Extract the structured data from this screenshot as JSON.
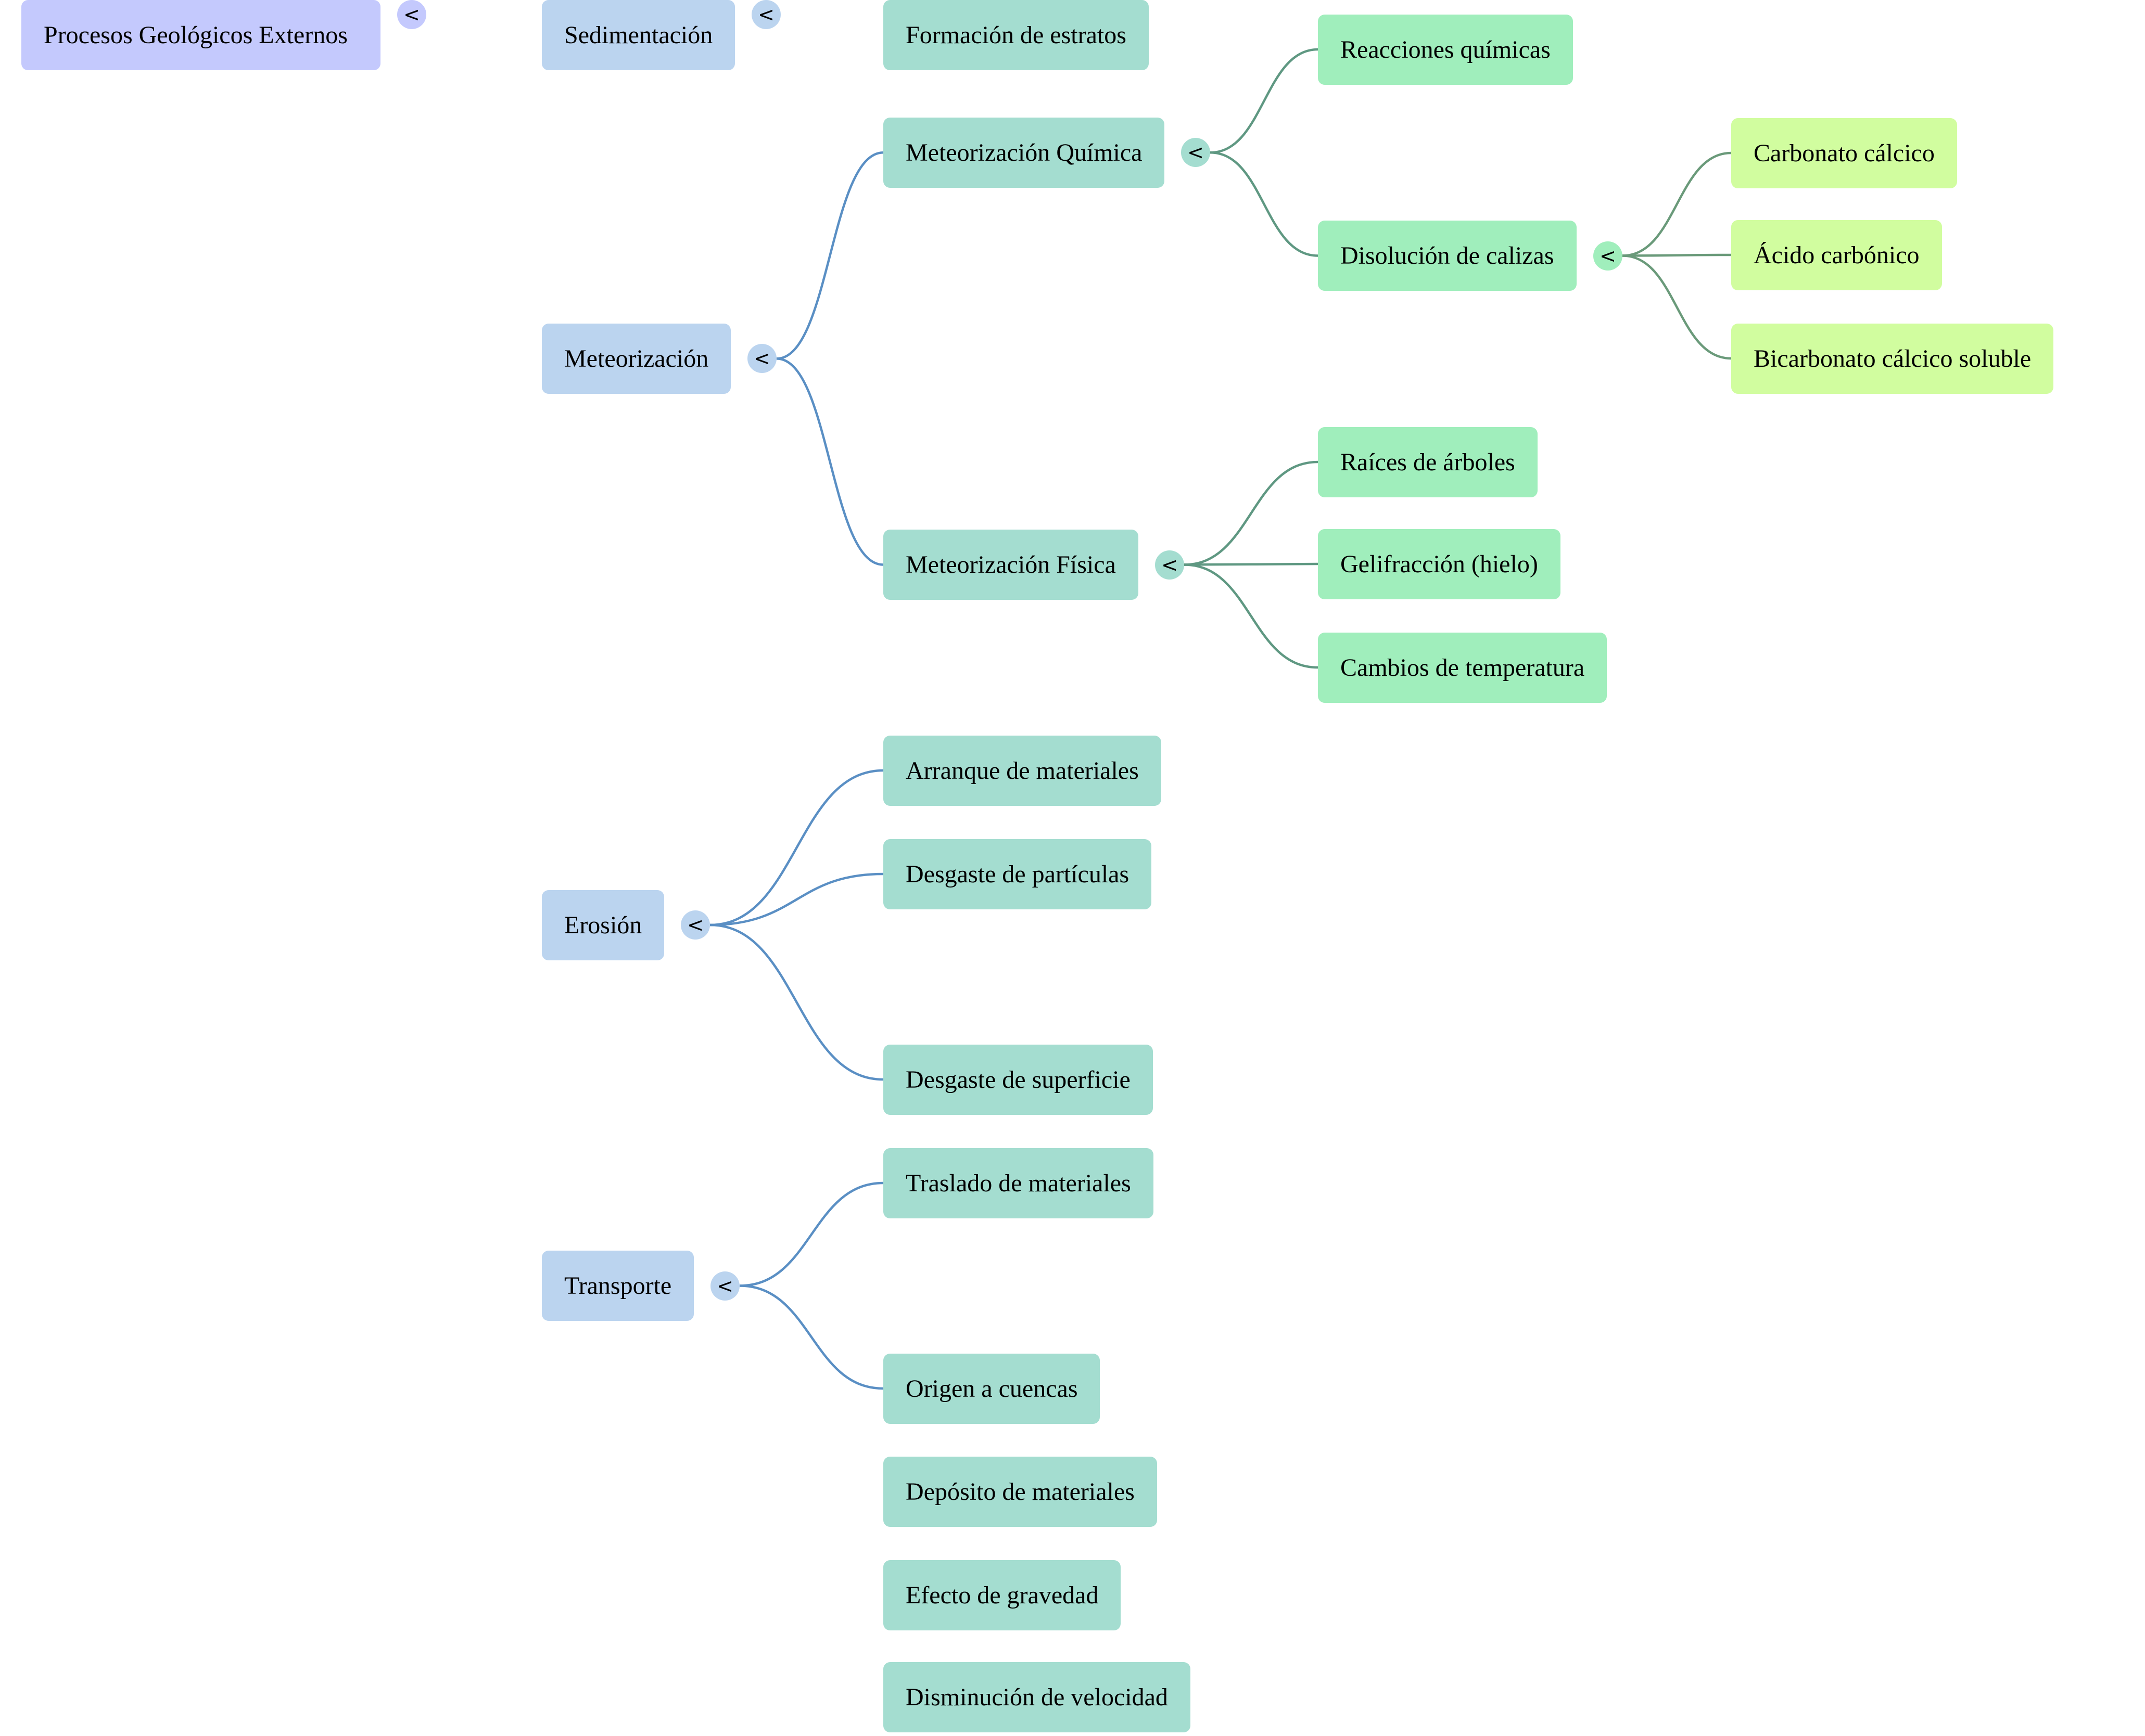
{
  "diagram": {
    "toggle_glyph": "<",
    "edge_colors": {
      "level0": "#7b7ff0",
      "level1": "#5a8fc4",
      "level2": "#5f9882",
      "level3": "#6a9a7a"
    },
    "root": {
      "label": "Procesos Geológicos Externos",
      "children": [
        {
          "label": "Meteorización",
          "children": [
            {
              "label": "Meteorización Química",
              "children": [
                {
                  "label": "Reacciones químicas"
                },
                {
                  "label": "Disolución de calizas",
                  "children": [
                    {
                      "label": "Carbonato cálcico"
                    },
                    {
                      "label": "Ácido carbónico"
                    },
                    {
                      "label": "Bicarbonato cálcico soluble"
                    }
                  ]
                }
              ]
            },
            {
              "label": "Meteorización Física",
              "children": [
                {
                  "label": "Raíces de árboles"
                },
                {
                  "label": "Gelifracción (hielo)"
                },
                {
                  "label": "Cambios de temperatura"
                }
              ]
            }
          ]
        },
        {
          "label": "Erosión",
          "children": [
            {
              "label": "Arranque de materiales"
            },
            {
              "label": "Desgaste de partículas"
            },
            {
              "label": "Desgaste de superficie"
            }
          ]
        },
        {
          "label": "Transporte",
          "children": [
            {
              "label": "Traslado de materiales"
            },
            {
              "label": "Origen a cuencas"
            }
          ]
        },
        {
          "label": "Sedimentación",
          "children": [
            {
              "label": "Depósito de materiales"
            },
            {
              "label": "Efecto de gravedad"
            },
            {
              "label": "Disminución de velocidad"
            },
            {
              "label": "Formación de estratos"
            }
          ]
        }
      ]
    }
  }
}
